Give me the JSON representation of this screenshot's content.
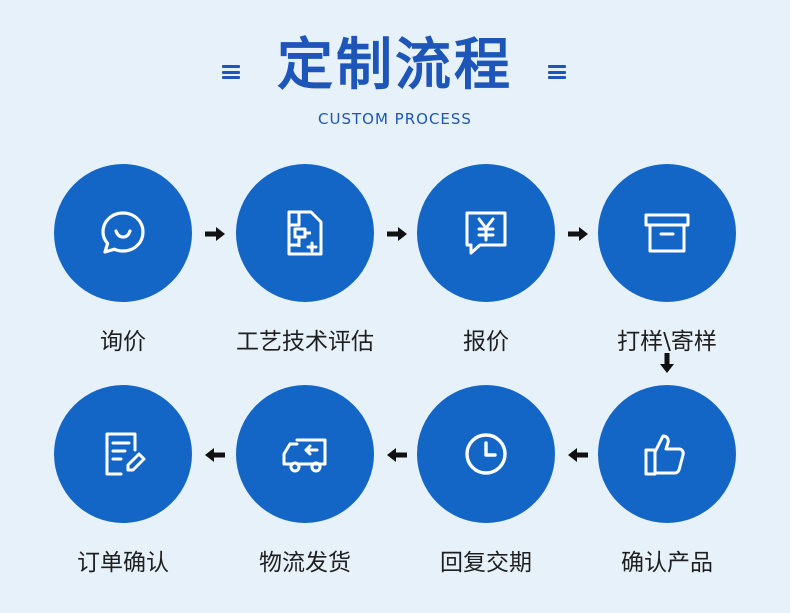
{
  "header": {
    "title": "定制流程",
    "subtitle": "CUSTOM PROCESS"
  },
  "colors": {
    "background": "#e6f1fa",
    "accent": "#1466c6",
    "title": "#1d56b8"
  },
  "steps": [
    {
      "label": "询价",
      "icon": "chat-bubble-icon"
    },
    {
      "label": "工艺技术评估",
      "icon": "blueprint-icon"
    },
    {
      "label": "报价",
      "icon": "yen-quote-icon"
    },
    {
      "label": "打样\\寄样",
      "icon": "archive-box-icon"
    },
    {
      "label": "确认产品",
      "icon": "thumbs-up-icon"
    },
    {
      "label": "回复交期",
      "icon": "clock-icon"
    },
    {
      "label": "物流发货",
      "icon": "delivery-truck-icon"
    },
    {
      "label": "订单确认",
      "icon": "order-document-icon"
    }
  ]
}
